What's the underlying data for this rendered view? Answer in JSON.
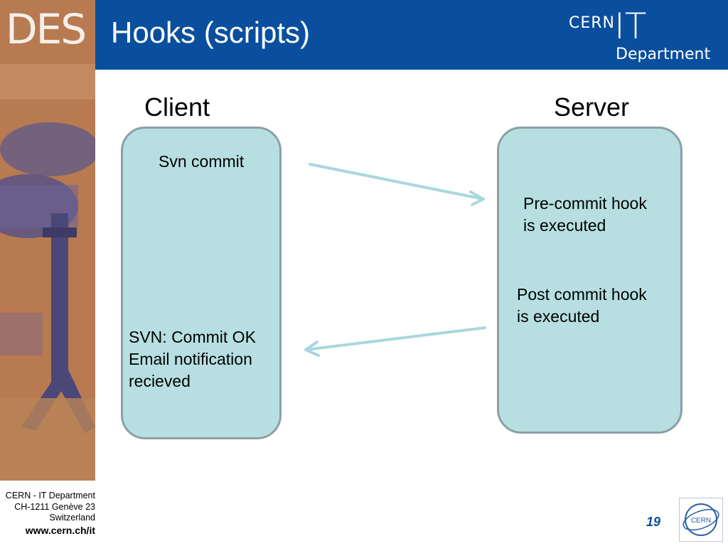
{
  "header": {
    "logo_text": "DES",
    "title": "Hooks (scripts)",
    "brand": {
      "cern": "CERN",
      "it": "IT",
      "department": "Department"
    }
  },
  "diagram": {
    "client_heading": "Client",
    "server_heading": "Server",
    "client_box": {
      "top_text": "Svn commit",
      "bottom_text": "SVN: Commit OK\nEmail notification\nrecieved"
    },
    "server_box": {
      "pre_hook_text": "Pre-commit hook\nis executed",
      "post_hook_text": "Post commit hook\nis executed"
    },
    "colors": {
      "box_fill": "#b7dfe2",
      "box_border": "#8d9fa6",
      "arrow": "#a9d7de",
      "header": "#0a4f9e"
    }
  },
  "footer": {
    "address": "CERN - IT Department\nCH-1211 Genève 23\nSwitzerland",
    "url": "www.cern.ch/it",
    "page_number": "19",
    "logo_text": "CERN"
  }
}
